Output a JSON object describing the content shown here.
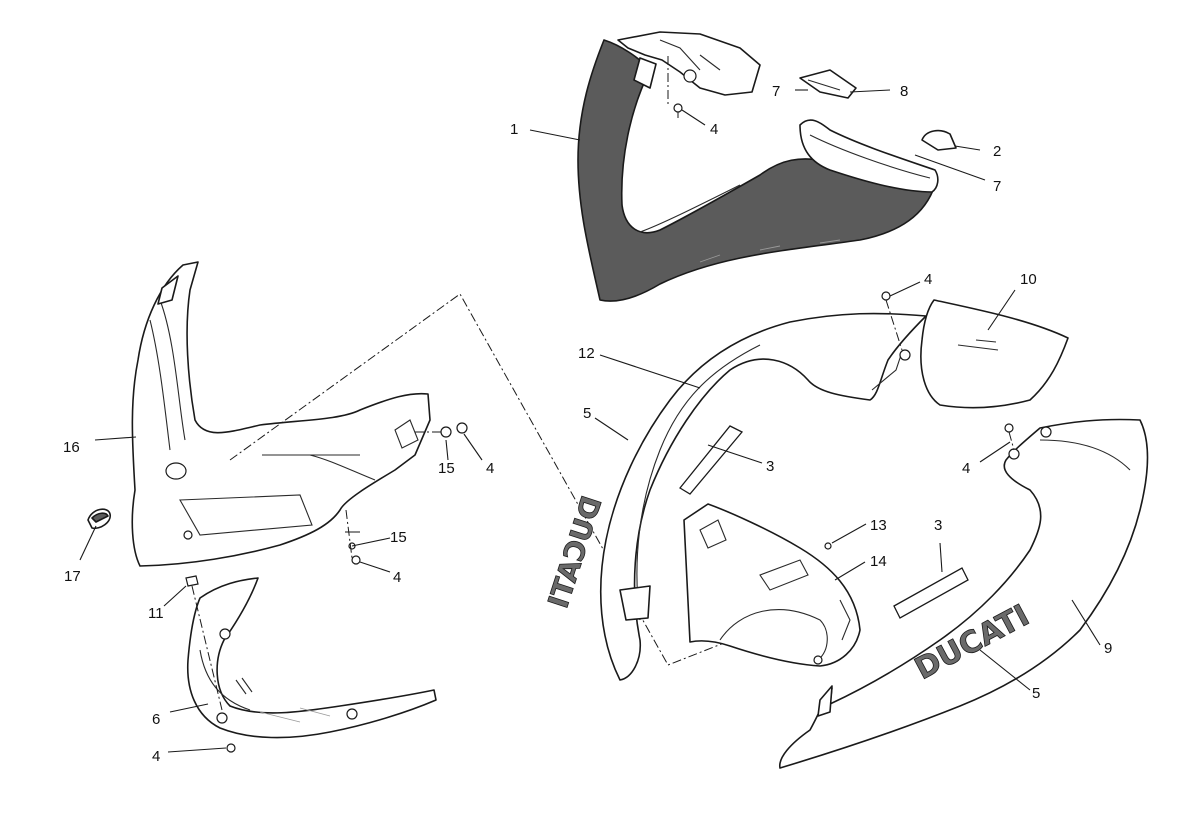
{
  "diagram": {
    "callouts": [
      {
        "id": "c1",
        "text": "1"
      },
      {
        "id": "c2",
        "text": "2"
      },
      {
        "id": "c3a",
        "text": "3"
      },
      {
        "id": "c3b",
        "text": "3"
      },
      {
        "id": "c4a",
        "text": "4"
      },
      {
        "id": "c4b",
        "text": "4"
      },
      {
        "id": "c4c",
        "text": "4"
      },
      {
        "id": "c4d",
        "text": "4"
      },
      {
        "id": "c4e",
        "text": "4"
      },
      {
        "id": "c4f",
        "text": "4"
      },
      {
        "id": "c5a",
        "text": "5"
      },
      {
        "id": "c5b",
        "text": "5"
      },
      {
        "id": "c6",
        "text": "6"
      },
      {
        "id": "c7a",
        "text": "7"
      },
      {
        "id": "c7b",
        "text": "7"
      },
      {
        "id": "c8",
        "text": "8"
      },
      {
        "id": "c9",
        "text": "9"
      },
      {
        "id": "c10",
        "text": "10"
      },
      {
        "id": "c11",
        "text": "11"
      },
      {
        "id": "c12",
        "text": "12"
      },
      {
        "id": "c13",
        "text": "13"
      },
      {
        "id": "c14",
        "text": "14"
      },
      {
        "id": "c15a",
        "text": "15"
      },
      {
        "id": "c15b",
        "text": "15"
      },
      {
        "id": "c16",
        "text": "16"
      },
      {
        "id": "c17",
        "text": "17"
      }
    ],
    "decals": {
      "logo_text": "DUCATI"
    }
  }
}
